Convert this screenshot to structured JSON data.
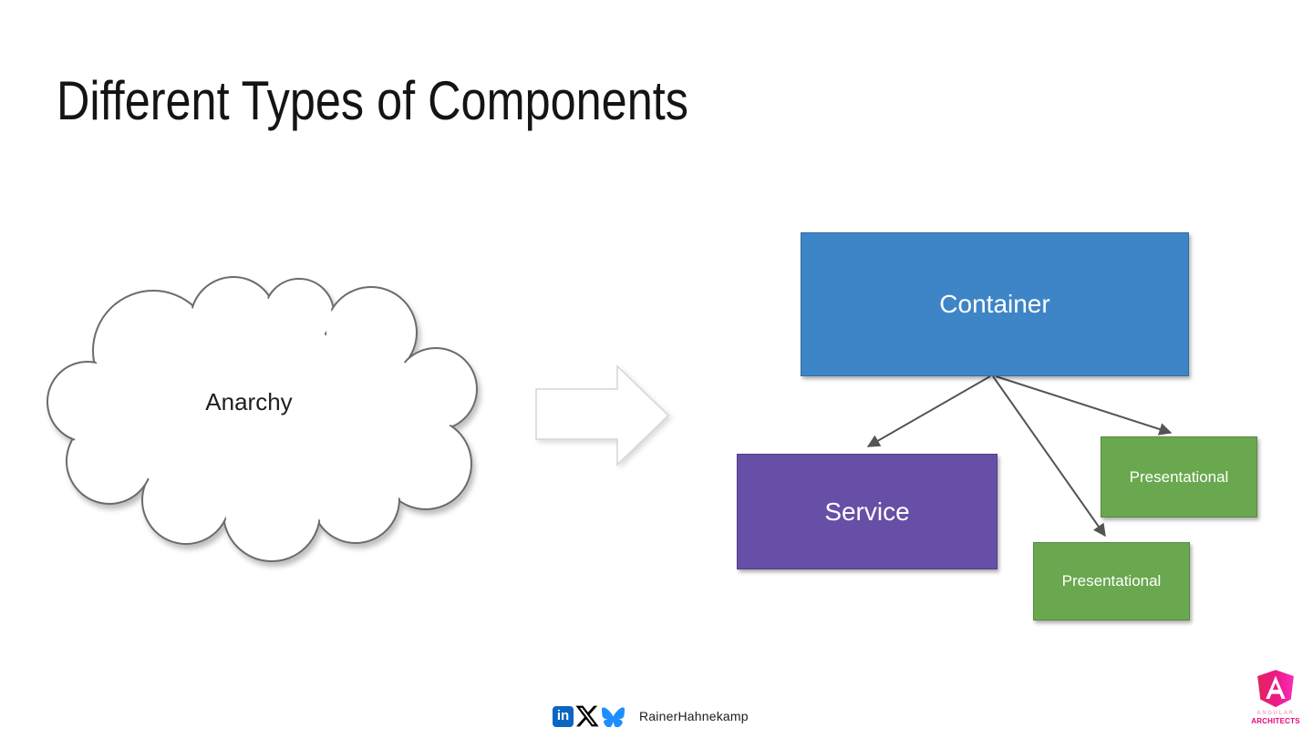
{
  "slide": {
    "title": "Different Types of Components"
  },
  "cloud": {
    "label": "Anarchy"
  },
  "diagram": {
    "boxes": [
      {
        "id": "container",
        "label": "Container",
        "color": "#3d85c6"
      },
      {
        "id": "service",
        "label": "Service",
        "color": "#674ea7"
      },
      {
        "id": "presentational-1",
        "label": "Presentational",
        "color": "#6aa84f"
      },
      {
        "id": "presentational-2",
        "label": "Presentational",
        "color": "#6aa84f"
      }
    ],
    "connector_color": "#545454"
  },
  "footer": {
    "icons": [
      {
        "name": "linkedin-icon",
        "color": "#0a66c2",
        "glyph": "in"
      },
      {
        "name": "x-icon",
        "color": "#000000"
      },
      {
        "name": "bluesky-icon",
        "color": "#1e8ffe"
      }
    ],
    "handle": "RainerHahnekamp"
  },
  "logo": {
    "line1": "ANGULAR",
    "line2": "ARCHITECTS",
    "accent_color": "#e5067e",
    "muted_color": "#f4a9cf",
    "shield_left_color": "#e0245e",
    "shield_right_color": "#f72fb8"
  }
}
